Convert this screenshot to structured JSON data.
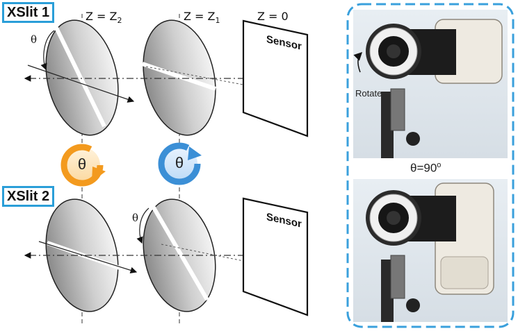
{
  "panels": {
    "xslit1": "XSlit 1",
    "xslit2": "XSlit 2"
  },
  "planes": {
    "z2": {
      "prefix": "Z = Z",
      "sub": "2"
    },
    "z1": {
      "prefix": "Z = Z",
      "sub": "1"
    },
    "z0": "Z = 0"
  },
  "sensor_label": "Sensor",
  "theta": "θ",
  "photo": {
    "caption_prefix": "θ=90",
    "caption_sup": "o",
    "rotate_label": "Rotate"
  },
  "colors": {
    "label_border": "#2a9ed8",
    "photo_border": "#3aa0dc",
    "orange_rotate": "#f39a1e",
    "blue_rotate": "#3b8fd6"
  }
}
